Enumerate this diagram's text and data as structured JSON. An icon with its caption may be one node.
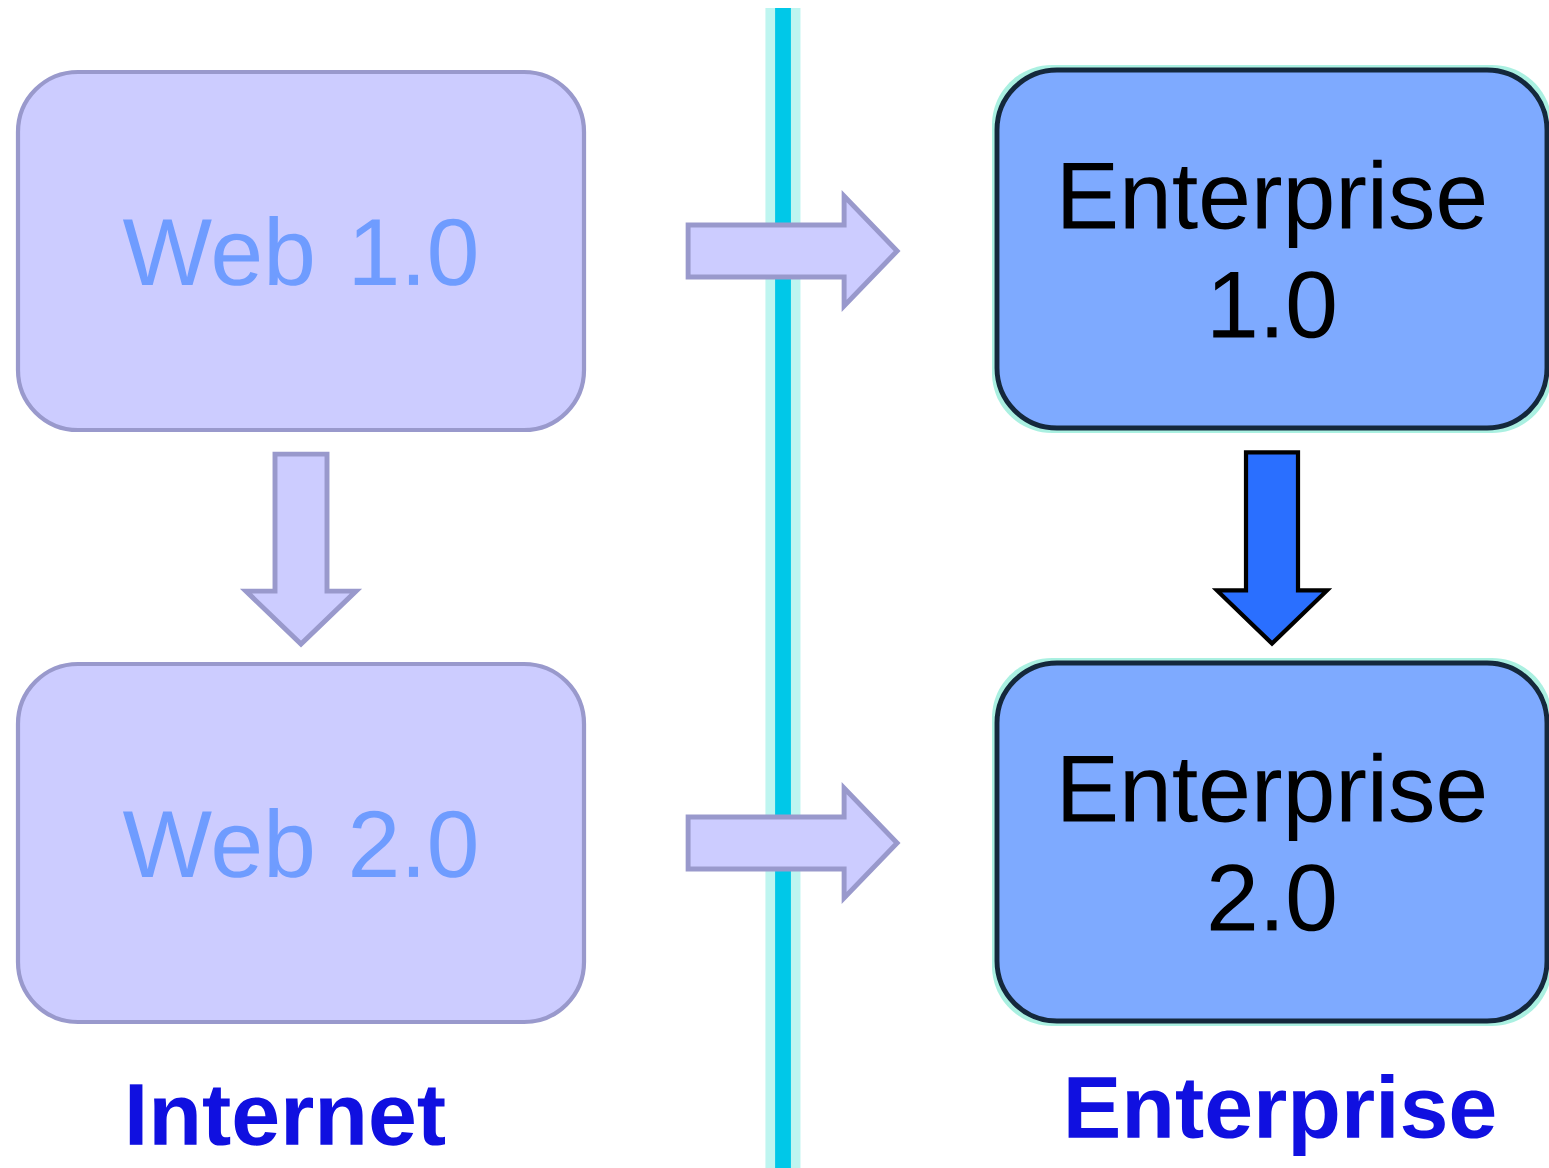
{
  "diagram": {
    "nodes": [
      {
        "text": [
          "Web 1.0"
        ]
      },
      {
        "text": [
          "Web 2.0"
        ]
      },
      {
        "text": [
          "Enterprise 1.0"
        ]
      },
      {
        "text": [
          "Enterprise 2.0"
        ]
      }
    ],
    "edges": [
      {
        "from": 0,
        "to": 1,
        "arrow": "to"
      },
      {
        "from": 2,
        "to": 3,
        "arrow": "to",
        "color": "#2a6fff"
      },
      {
        "from": 0,
        "to": 2,
        "arrow": "to"
      },
      {
        "from": 1,
        "to": 3,
        "arrow": "to"
      }
    ],
    "labels": [
      "Internet",
      "Enterprise"
    ]
  }
}
